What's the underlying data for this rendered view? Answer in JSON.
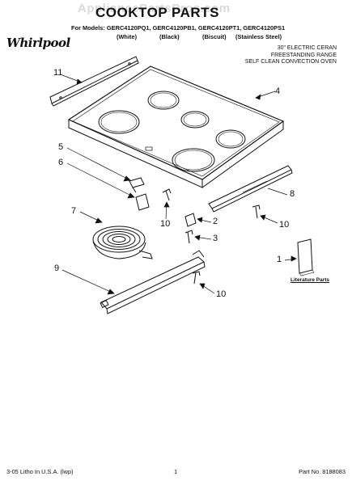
{
  "watermark": "AppliancePartsPros.com",
  "title": "COOKTOP PARTS",
  "models_line": "For Models: GERC4120PQ1, GERC4120PB1, GERC4120PT1, GERC4120PS1",
  "colors": [
    "(White)",
    "(Black)",
    "(Biscuit)",
    "(Stainless Steel)"
  ],
  "brand": "Whirlpool",
  "description": [
    "30\" ELECTRIC CERAN",
    "FREESTANDING RANGE",
    "SELF CLEAN CONVECTION OVEN"
  ],
  "callouts": [
    "11",
    "4",
    "5",
    "6",
    "8",
    "10",
    "7",
    "2",
    "10",
    "3",
    "1",
    "9",
    "10"
  ],
  "literature_label": "Literature Parts",
  "footer": {
    "left": "3-05 Litho In U.S.A. (lwp)",
    "center": "1",
    "right": "Part No. 8188083"
  }
}
